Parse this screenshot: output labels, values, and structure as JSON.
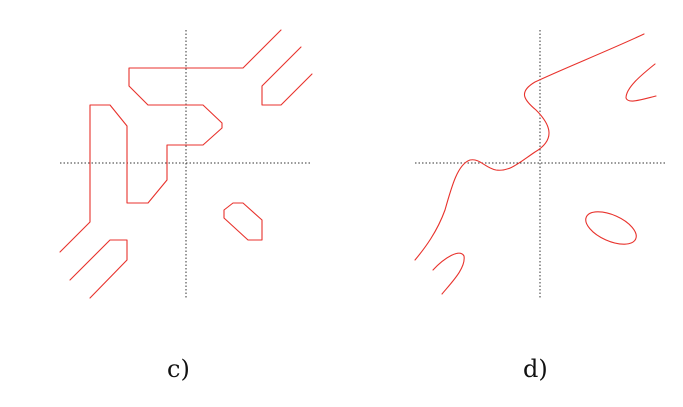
{
  "panels": [
    {
      "id": "c",
      "label": "c)",
      "colors": {
        "curve": "#e8322c",
        "axis": "#333333"
      }
    },
    {
      "id": "d",
      "label": "d)",
      "colors": {
        "curve": "#e8322c",
        "axis": "#333333"
      }
    }
  ]
}
